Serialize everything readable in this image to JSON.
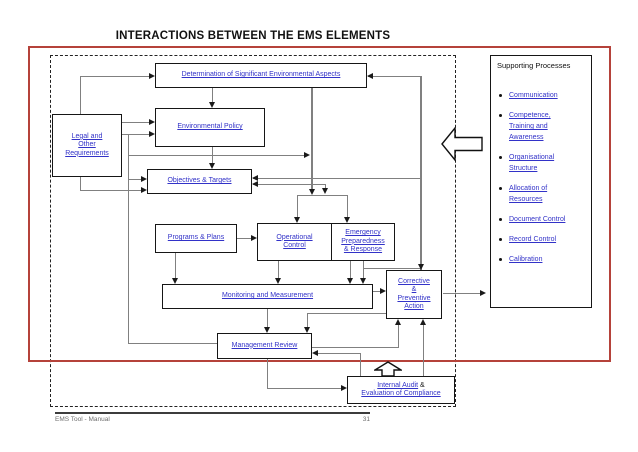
{
  "title": "INTERACTIONS BETWEEN THE EMS ELEMENTS",
  "boxes": {
    "determination": "Determination of Significant Environmental Aspects",
    "legal": "Legal and\nOther\nRequirements",
    "environmental_policy": "Environmental Policy",
    "objectives": "Objectives & Targets",
    "programs": "Programs & Plans",
    "operational_control": "Operational\nControl",
    "emergency": "Emergency\nPreparedness\n& Response",
    "monitoring": "Monitoring and Measurement",
    "corrective": "Corrective\n&\nPreventive\nAction",
    "management_review": "Management Review",
    "internal_audit_link": "Internal Audit",
    "internal_audit_amp": " &",
    "evaluation_link": "Evaluation of Compliance"
  },
  "supporting": {
    "title": "Supporting Processes",
    "items": [
      "Communication",
      "Competence, Training and Awareness",
      "Organisational Structure",
      "Allocation of Resources",
      "Document Control",
      "Record Control",
      "Calibration"
    ]
  },
  "footer": {
    "left": "EMS Tool - Manual",
    "page": "31"
  },
  "colors": {
    "link_blue": "#3232c8",
    "frame_red": "#b5423a",
    "connector_gray": "#808080",
    "box_border": "#161616"
  }
}
